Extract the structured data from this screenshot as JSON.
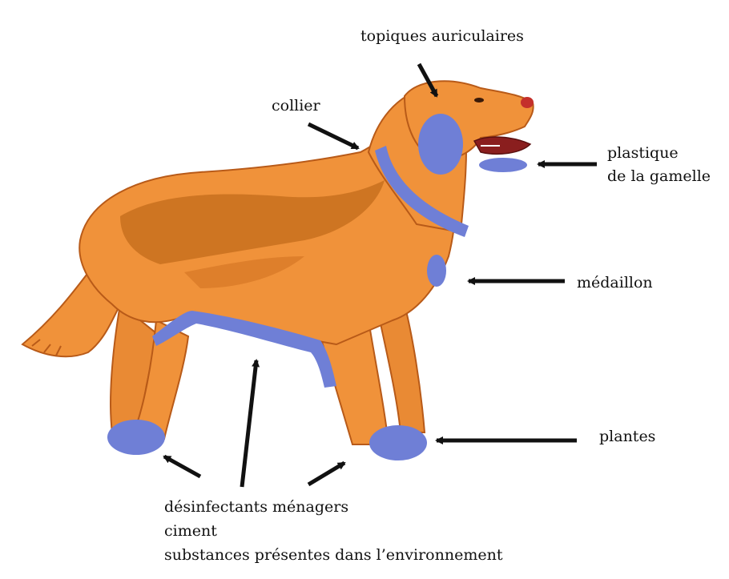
{
  "labels": {
    "topical": "topiques auriculaires",
    "collar": "collier",
    "bowl_line1": "plastique",
    "bowl_line2": "de la gamelle",
    "medallion": "médaillon",
    "paws": "plantes",
    "bottom_line1": "désinfectants ménagers",
    "bottom_line2": "ciment",
    "bottom_line3": "substances présentes dans l’environnement"
  },
  "colors": {
    "fur": "#f0923a",
    "fur_dark": "#c0641c",
    "fur_mid": "#e07a2c",
    "contact_zone": "#6f7fd6",
    "arrow": "#111111"
  }
}
